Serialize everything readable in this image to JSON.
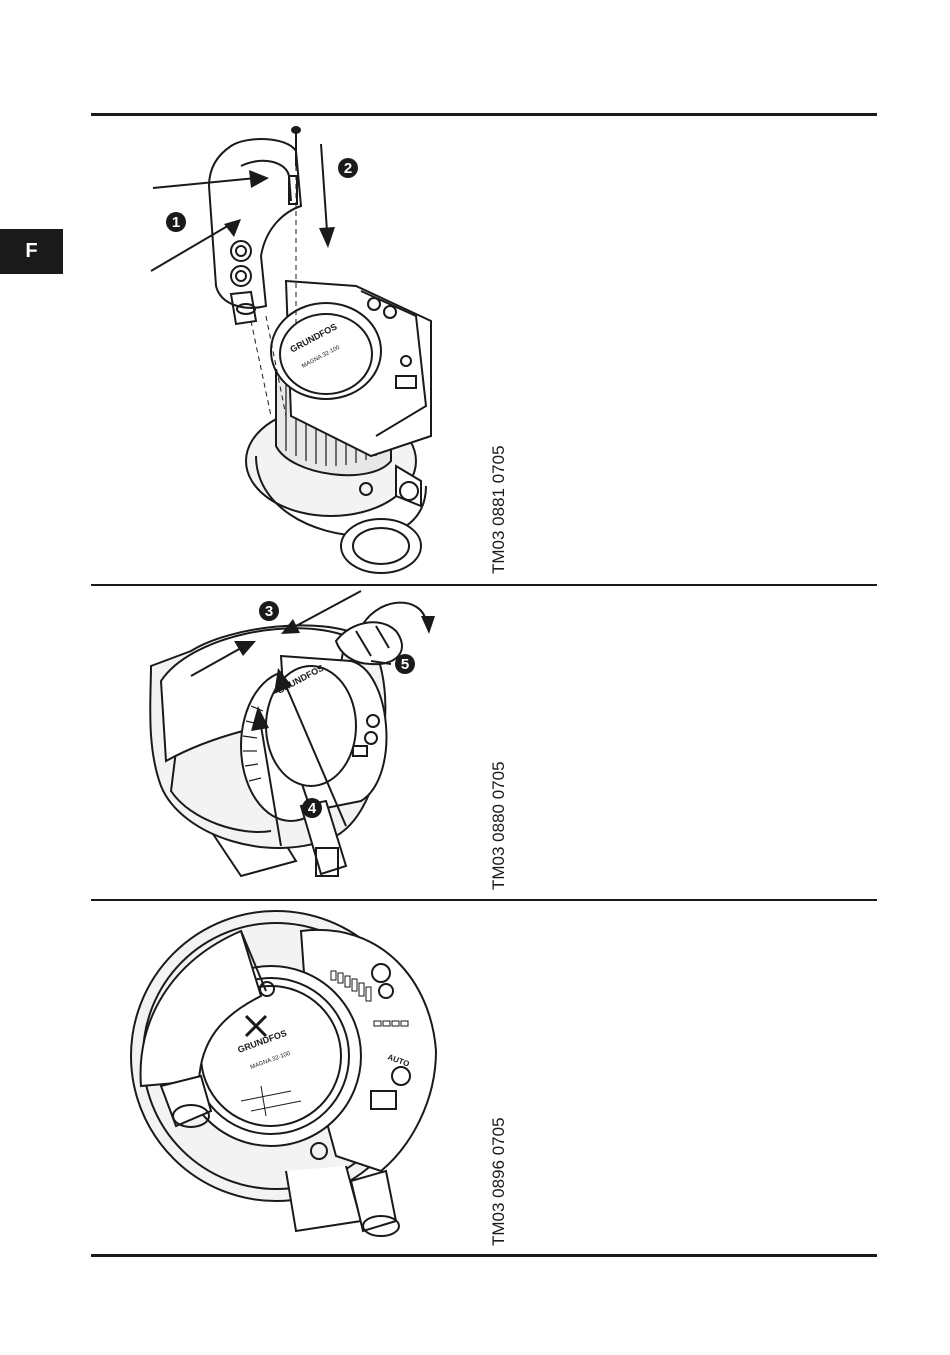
{
  "page": {
    "language_tab": "F"
  },
  "figures": [
    {
      "code": "TM03 0881 0705",
      "callouts": [
        "1",
        "2"
      ],
      "illustration": "pump-cover-removal"
    },
    {
      "code": "TM03 0880 0705",
      "callouts": [
        "3",
        "4",
        "5"
      ],
      "illustration": "pump-cable-entry"
    },
    {
      "code": "TM03 0896 0705",
      "callouts": [],
      "illustration": "pump-assembled-top-view"
    }
  ],
  "pump_labels": {
    "brand": "GRUNDFOS",
    "model": "MAGNA 32-100",
    "auto": "AUTO"
  }
}
